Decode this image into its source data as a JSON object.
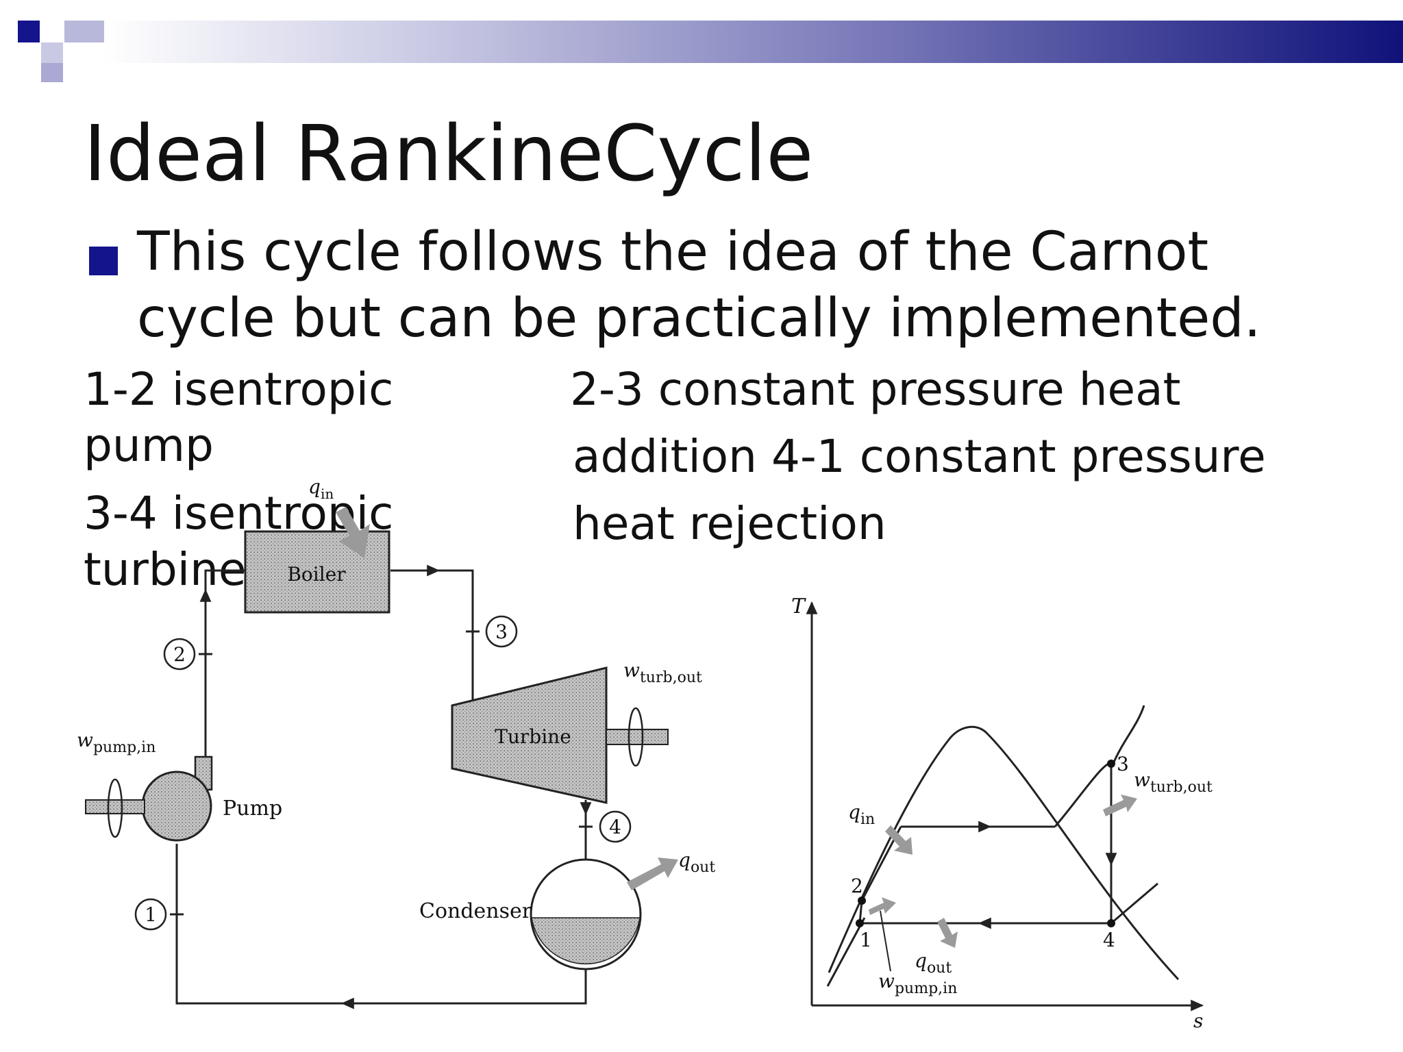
{
  "slide": {
    "title": "Ideal RankineCycle",
    "bullet": "This cycle follows the idea of the Carnot cycle but  can be practically implemented.",
    "left_col": [
      "1-2 isentropic pump",
      "3-4 isentropic turbine"
    ],
    "right_col": [
      "2-3 constant pressure heat",
      "addition  4-1 constant pressure",
      "heat rejection"
    ]
  },
  "schematic": {
    "boiler": "Boiler",
    "turbine": "Turbine",
    "pump": "Pump",
    "condenser": "Condenser",
    "q_in": "q",
    "q_in_sub": "in",
    "q_out": "q",
    "q_out_sub": "out",
    "w_turb": "w",
    "w_turb_sub": "turb,out",
    "w_pump": "w",
    "w_pump_sub": "pump,in",
    "state_1": "1",
    "state_2": "2",
    "state_3": "3",
    "state_4": "4"
  },
  "ts_diagram": {
    "y_axis": "T",
    "x_axis": "s",
    "q_in": "q",
    "q_in_sub": "in",
    "q_out": "q",
    "q_out_sub": "out",
    "w_turb": "w",
    "w_turb_sub": "turb,out",
    "w_pump": "w",
    "w_pump_sub": "pump,in",
    "state_1": "1",
    "state_2": "2",
    "state_3": "3",
    "state_4": "4"
  },
  "colors": {
    "accent": "#14148c",
    "shade": "#bdbdbd"
  }
}
